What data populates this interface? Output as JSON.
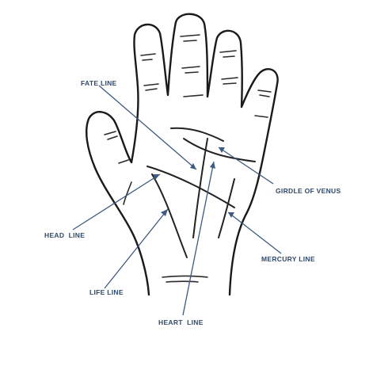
{
  "labels": {
    "fate_line": "FATE LINE",
    "girdle_of_venus": "GIRDLE OF VENUS",
    "head_line": "HEAD  LINE",
    "mercury_line": "MERCURY LINE",
    "life_line": "LIFE LINE",
    "heart_line": "HEART  LINE"
  },
  "colors": {
    "label": "#2f4a6b",
    "pointer": "#3d5a80",
    "outline": "#1a1a1a"
  }
}
